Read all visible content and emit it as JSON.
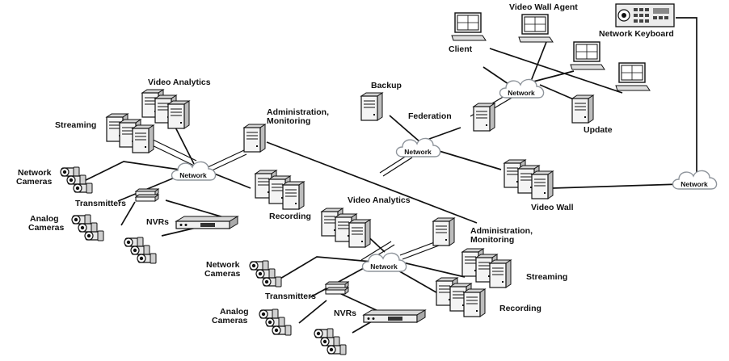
{
  "labels": {
    "video_analytics_1": "Video Analytics",
    "streaming_1": "Streaming",
    "admin_1_line1": "Administration,",
    "admin_1_line2": "Monitoring",
    "network_cameras_1_line1": "Network",
    "network_cameras_1_line2": "Cameras",
    "transmitters_1": "Transmitters",
    "analog_cameras_1_line1": "Analog",
    "analog_cameras_1_line2": "Cameras",
    "nvrs_1": "NVRs",
    "recording_1": "Recording",
    "video_analytics_2": "Video Analytics",
    "admin_2_line1": "Administration,",
    "admin_2_line2": "Monitoring",
    "streaming_2": "Streaming",
    "network_cameras_2_line1": "Network",
    "network_cameras_2_line2": "Cameras",
    "transmitters_2": "Transmitters",
    "analog_cameras_2_line1": "Analog",
    "analog_cameras_2_line2": "Cameras",
    "nvrs_2": "NVRs",
    "recording_2": "Recording",
    "backup": "Backup",
    "federation": "Federation",
    "client": "Client",
    "video_wall_agent": "Video Wall Agent",
    "network_keyboard": "Network Keyboard",
    "update": "Update",
    "video_wall": "Video Wall",
    "network": "Network"
  },
  "colors": {
    "line": "#111111",
    "cloud_stroke": "#9aa0a6",
    "device_fill": "#f2f2f2",
    "screen_fill": "#ffffff"
  },
  "icons": [
    "server-icon",
    "camera-icon",
    "transmitter-icon",
    "nvr-icon",
    "monitor-icon",
    "keyboard-icon",
    "cloud-icon"
  ]
}
